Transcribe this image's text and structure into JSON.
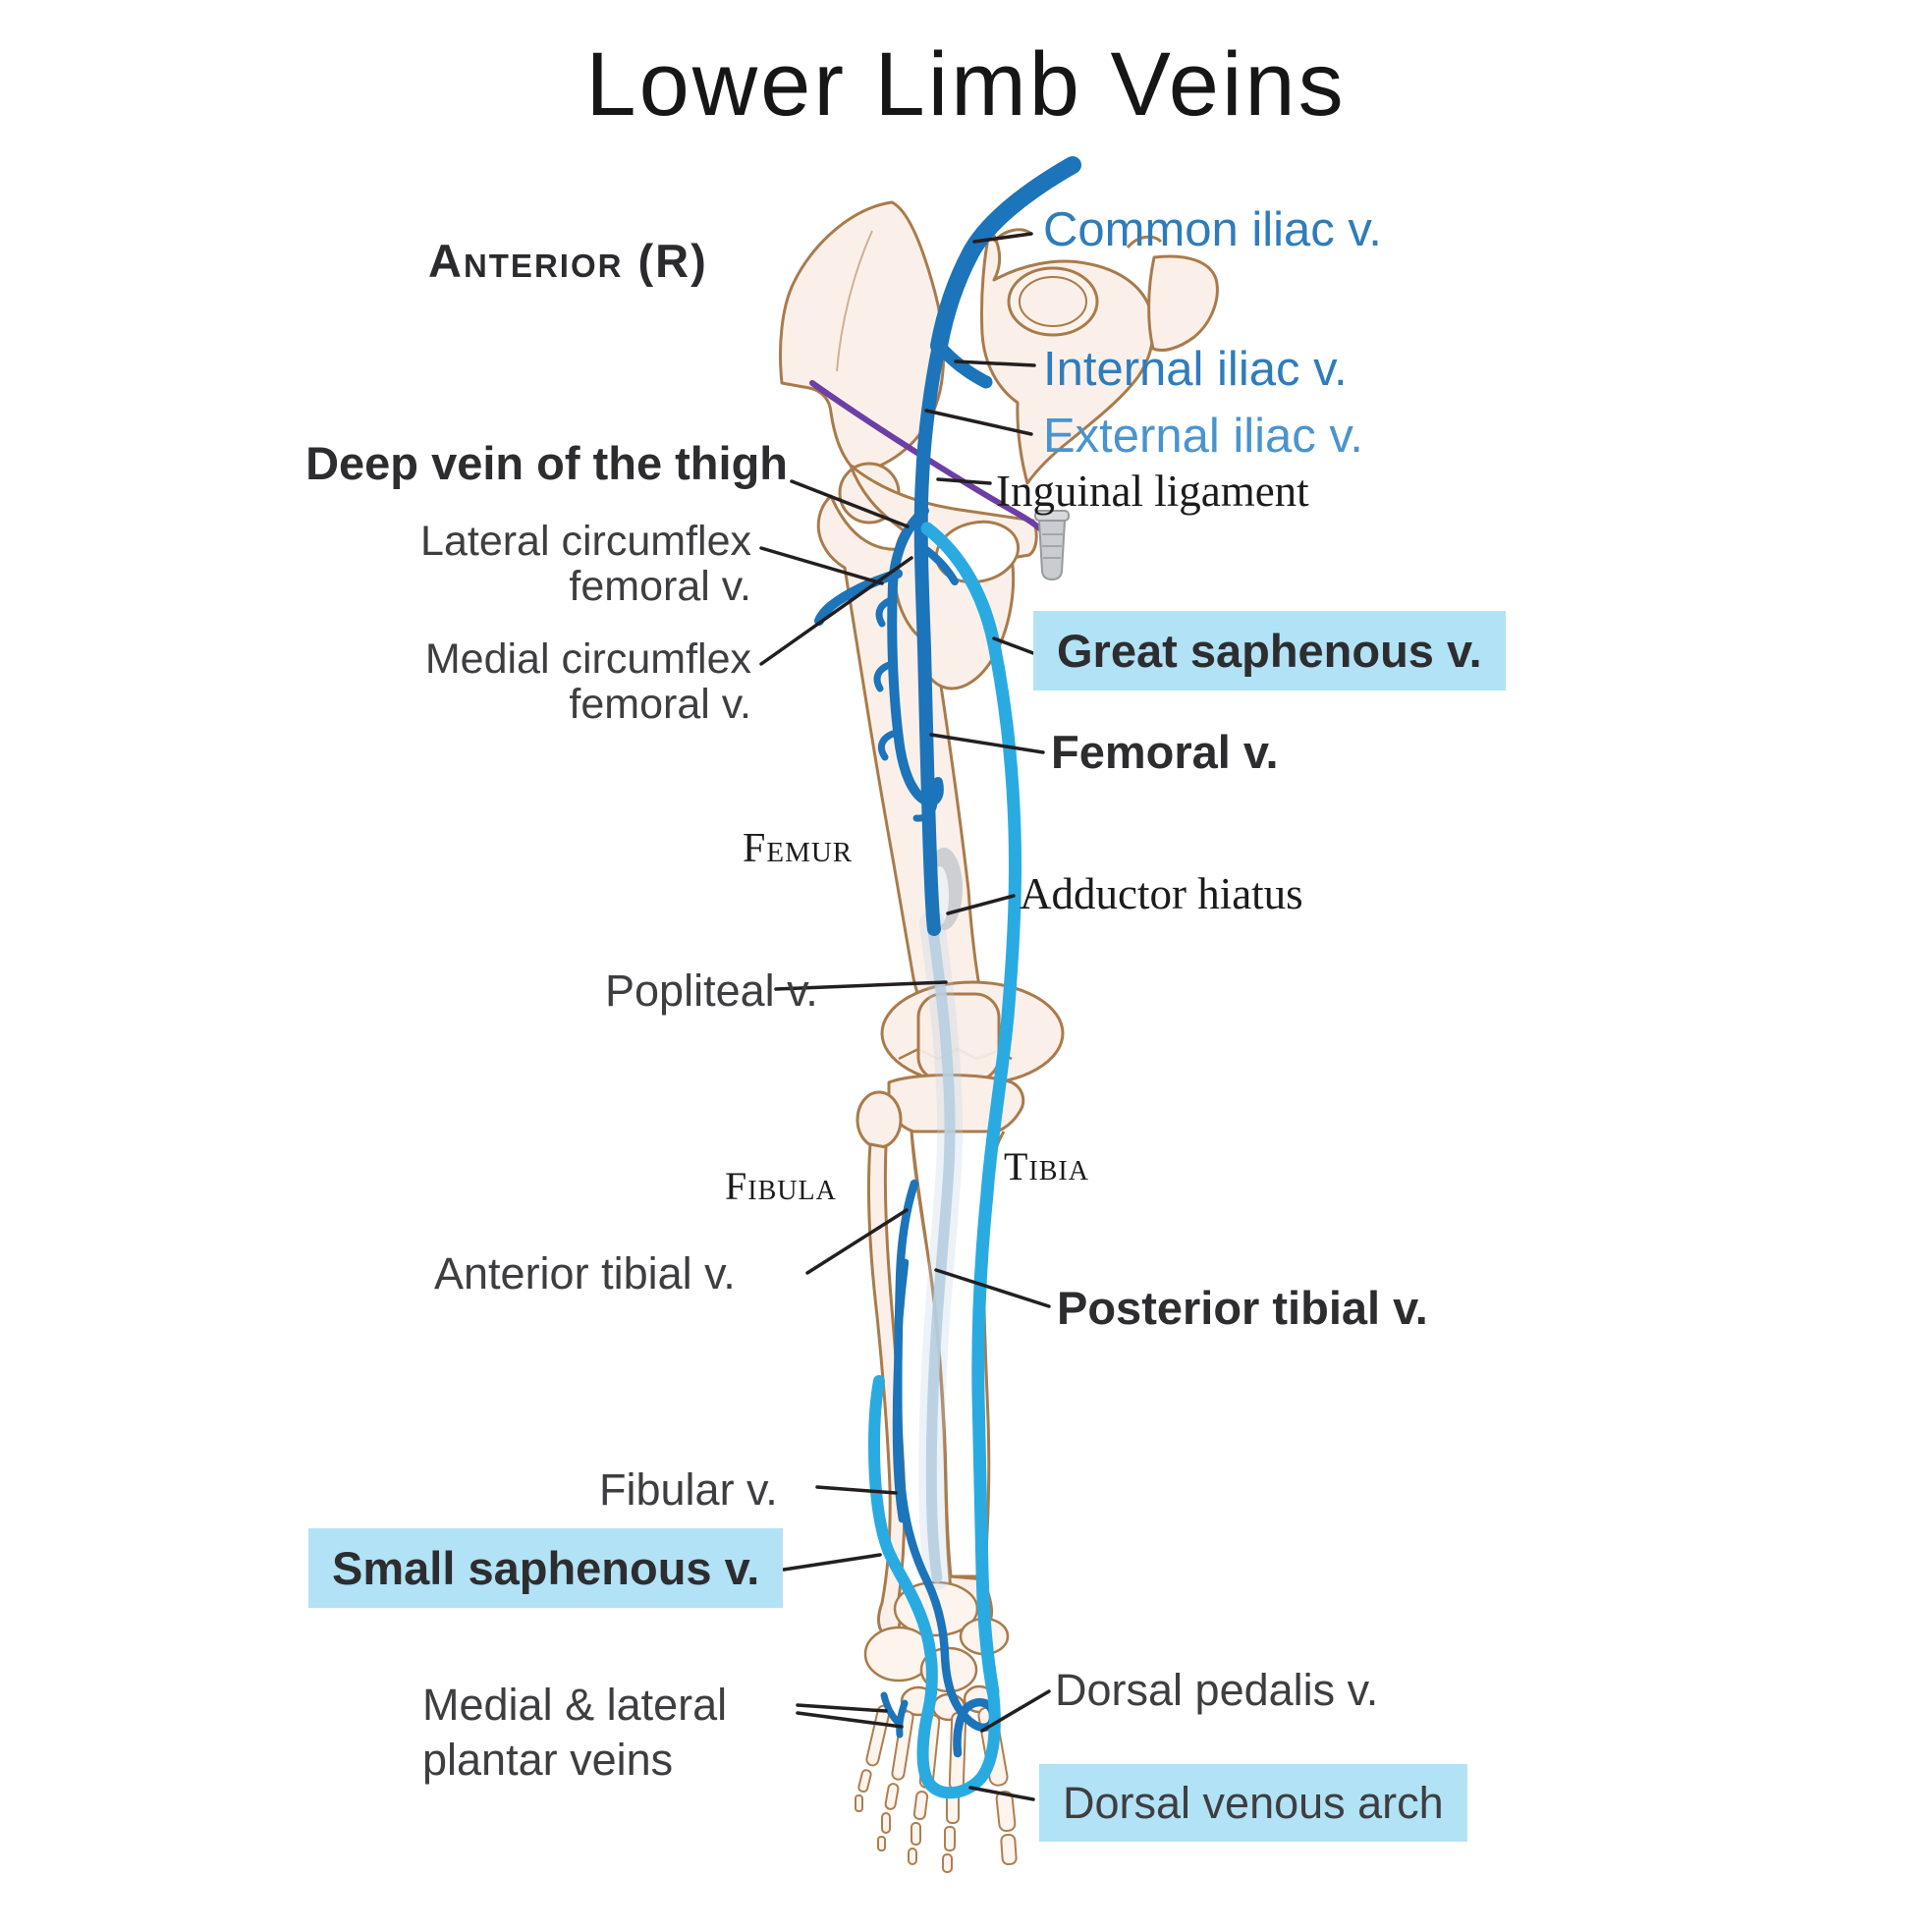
{
  "title": "Lower Limb Veins",
  "orientation_label": "Anterior (R)",
  "colors": {
    "vein_dark": "#1C74BA",
    "vein_cyan": "#29ABE2",
    "vein_pale": "#B9CFE0",
    "ligament_purple": "#6B3FA5",
    "bone_outline": "#A97B4C",
    "bone_fill": "#FBF0E9",
    "highlight": "#B2E2F5",
    "label_blue": "#2F7CBB",
    "label_blue_light": "#4A94CE",
    "leader_line": "#231F20"
  },
  "labels": {
    "common_iliac": {
      "text": "Common iliac v."
    },
    "internal_iliac": {
      "text": "Internal iliac v."
    },
    "external_iliac": {
      "text": "External iliac v."
    },
    "inguinal_ligament": {
      "text": "Inguinal ligament"
    },
    "deep_vein_thigh": {
      "text": "Deep vein of the thigh"
    },
    "lateral_circumflex": {
      "line1": "Lateral circumflex",
      "line2": "femoral v."
    },
    "medial_circumflex": {
      "line1": "Medial circumflex",
      "line2": "femoral v."
    },
    "great_saphenous": {
      "text": "Great saphenous v.",
      "highlighted": "true"
    },
    "femoral": {
      "text": "Femoral v."
    },
    "femur": {
      "text": "Femur"
    },
    "adductor_hiatus": {
      "text": "Adductor hiatus"
    },
    "popliteal": {
      "text": "Popliteal v."
    },
    "fibula": {
      "text": "Fibula"
    },
    "tibia": {
      "text": "Tibia"
    },
    "anterior_tibial": {
      "text": "Anterior tibial v."
    },
    "posterior_tibial": {
      "text": "Posterior tibial v."
    },
    "fibular": {
      "text": "Fibular v."
    },
    "small_saphenous": {
      "text": "Small saphenous v.",
      "highlighted": "true"
    },
    "medial_lateral_plantar": {
      "line1": "Medial & lateral",
      "line2": "plantar veins"
    },
    "dorsal_pedalis": {
      "text": "Dorsal pedalis v."
    },
    "dorsal_venous_arch": {
      "text": "Dorsal venous arch",
      "highlighted": "true"
    }
  }
}
